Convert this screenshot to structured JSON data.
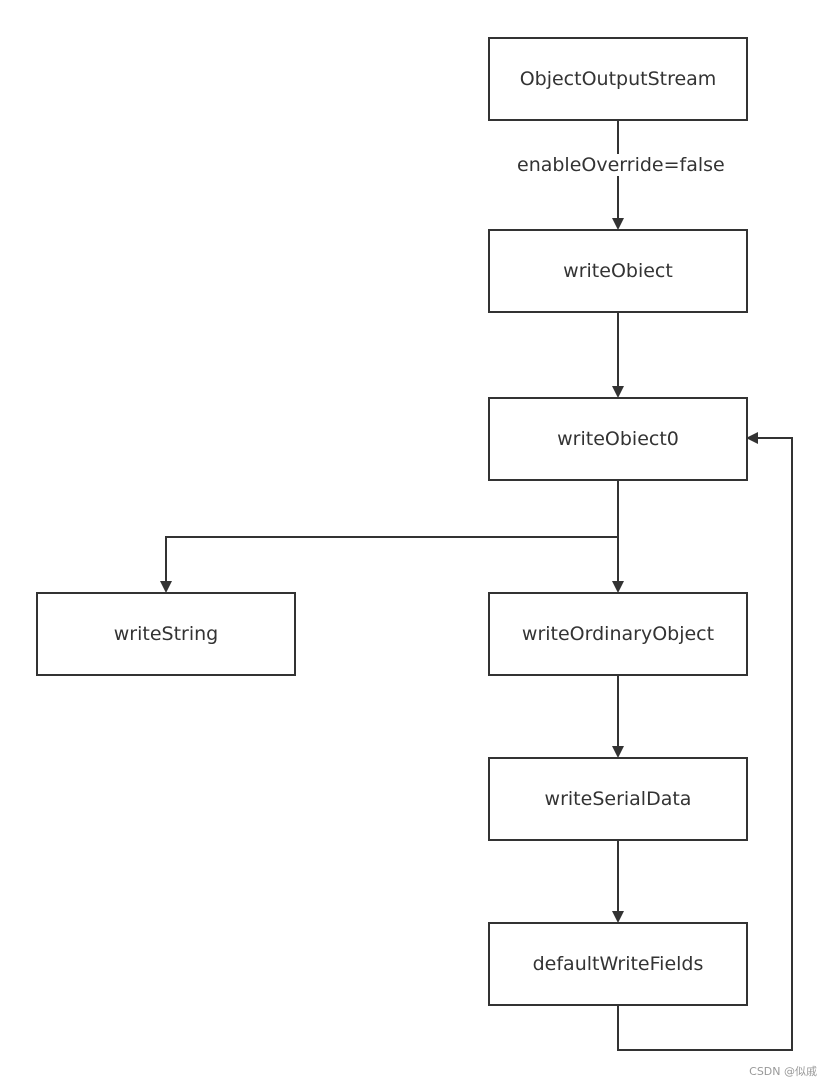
{
  "nodes": {
    "object_output_stream": "ObjectOutputStream",
    "write_object": "writeObiect",
    "write_object0": "writeObiect0",
    "write_string": "writeString",
    "write_ordinary_object": "writeOrdinaryObject",
    "write_serial_data": "writeSerialData",
    "default_write_fields": "defaultWriteFields"
  },
  "edges": {
    "enable_override_label": "enableOverride=false"
  },
  "watermark": "CSDN @似戚",
  "colors": {
    "stroke": "#333333",
    "text": "#333333",
    "background": "#ffffff"
  }
}
